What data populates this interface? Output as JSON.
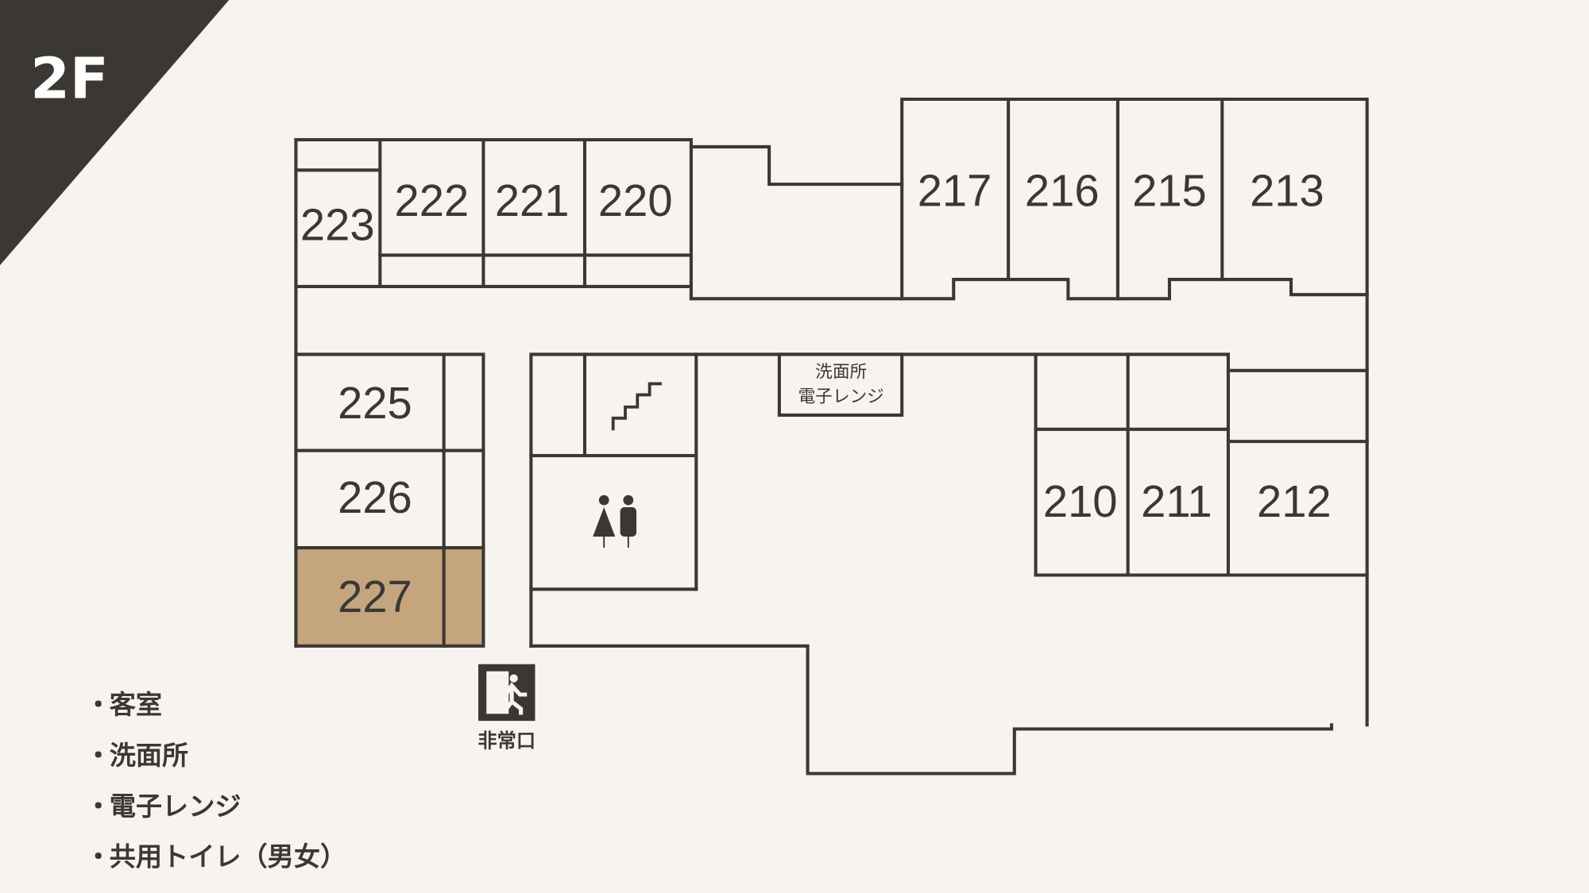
{
  "floor_label": "2F",
  "colors": {
    "background": "#f7f3ee",
    "wall": "#3b3833",
    "highlight_room": "#c4a57e"
  },
  "rooms": [
    "223",
    "222",
    "221",
    "220",
    "217",
    "216",
    "215",
    "213",
    "225",
    "226",
    "227",
    "210",
    "211",
    "212"
  ],
  "highlighted_room": "227",
  "washroom_label": [
    "洗面所",
    "電子レンジ"
  ],
  "exit_label": "非常口",
  "icons": [
    "stairs-icon",
    "restroom-icon",
    "emergency-exit-icon"
  ],
  "legend": [
    "客室",
    "洗面所",
    "電子レンジ",
    "共用トイレ（男女）"
  ],
  "bullet": "・"
}
